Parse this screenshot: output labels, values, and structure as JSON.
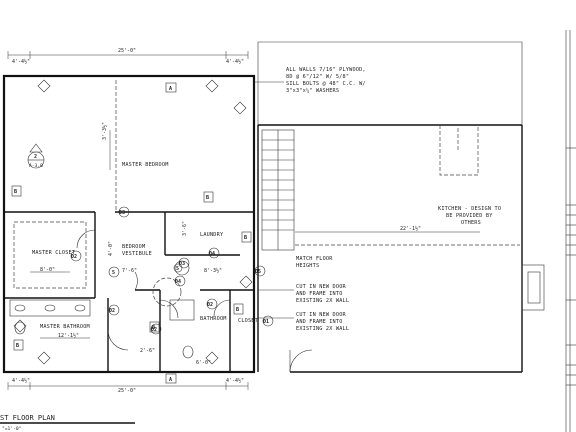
{
  "drawing": {
    "title": "ST FLOOR PLAN",
    "scale": "\"=1'-0\""
  },
  "dimensions": {
    "top_left": "4'-4½\"",
    "top_center": "25'-0\"",
    "top_right": "4'-4½\"",
    "bottom_left": "4'-4½\"",
    "bottom_center": "25'-0\"",
    "bottom_right": "4'-4½\"",
    "kitchen_width": "22'-1½\"",
    "bath_width": "12'-1½\"",
    "closet_width": "8'-0\"",
    "vert_left": "3'-3½\"",
    "laundry_h": "3'-6\"",
    "hall_w": "8'-3½\"",
    "bath2_w": "6'-0\"",
    "misc1": "7'-6\"",
    "misc2": "4'-0\"",
    "misc3": "2'-6\""
  },
  "notes": {
    "walls": [
      "ALL WALLS 7/16\" PLYWOOD,",
      "8D @ 6\"/12\" W/ 5/8\"",
      "SILL BOLTS @ 48\" C.C. W/",
      "3\"x3\"x¼\" WASHERS"
    ],
    "kitchen": [
      "KITCHEN - DESIGN TO",
      "BE PROVIDED BY",
      "OTHERS"
    ],
    "match_floor": [
      "MATCH FLOOR",
      "HEIGHTS"
    ],
    "cut_door_1": [
      "CUT IN NEW DOOR",
      "AND FRAME INTO",
      "EXISTING 2X WALL"
    ],
    "cut_door_2": [
      "CUT IN NEW DOOR",
      "AND FRAME INTO",
      "EXISTING 2X WALL"
    ]
  },
  "rooms": {
    "master_bedroom": "MASTER BEDROOM",
    "master_closet": "MASTER CLOSET",
    "bedroom_vestibule": [
      "BEDROOM",
      "VESTIBULE"
    ],
    "laundry": "LAUNDRY",
    "master_bathroom": "MASTER BATHROOM",
    "bathroom": "BATHROOM",
    "closet": "CLOSET"
  },
  "tags": {
    "a": "A",
    "b": "B",
    "t01": "01",
    "t02": "02",
    "t03": "03",
    "t04": "04",
    "t05": "05",
    "t5": "5",
    "t2": "2",
    "section_ref": "A-3.0"
  }
}
